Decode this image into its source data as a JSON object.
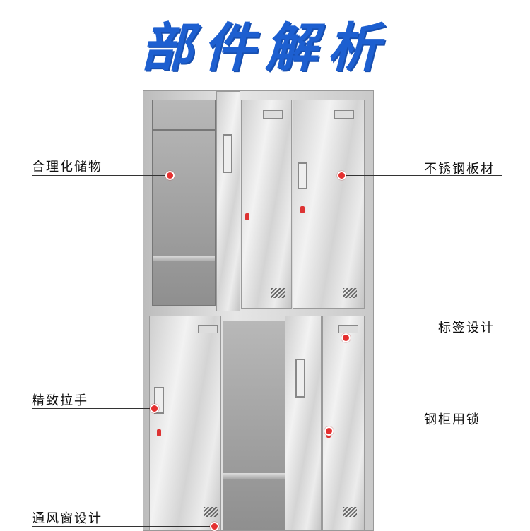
{
  "title": "部件解析",
  "callouts": [
    "合理化储物",
    "不锈钢板材",
    "标签设计",
    "精致拉手",
    "钢柜用锁",
    "通风窗设计"
  ],
  "colors": {
    "title": "#1d5fd0",
    "dot": "#e53030"
  }
}
